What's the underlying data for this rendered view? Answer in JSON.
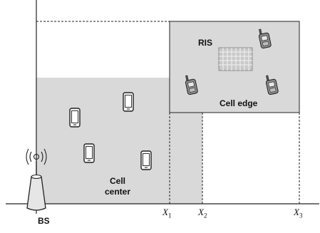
{
  "labels": {
    "ris": "RIS",
    "cell_edge": "Cell edge",
    "cell_center_line1": "Cell",
    "cell_center_line2": "center",
    "bs": "BS"
  },
  "axis_marks": [
    {
      "symbol": "X",
      "subscript": "1"
    },
    {
      "symbol": "X",
      "subscript": "2"
    },
    {
      "symbol": "X",
      "subscript": "3"
    }
  ],
  "colors": {
    "region_fill": "#d9d9d9",
    "line": "#222222",
    "ris_panel": "#c9c9c9",
    "ris_border": "#8a8a8a"
  },
  "icons": [
    "smartphone-icon",
    "walkie-talkie-icon",
    "ris-panel-icon",
    "base-station-icon",
    "radio-wave-icon"
  ]
}
